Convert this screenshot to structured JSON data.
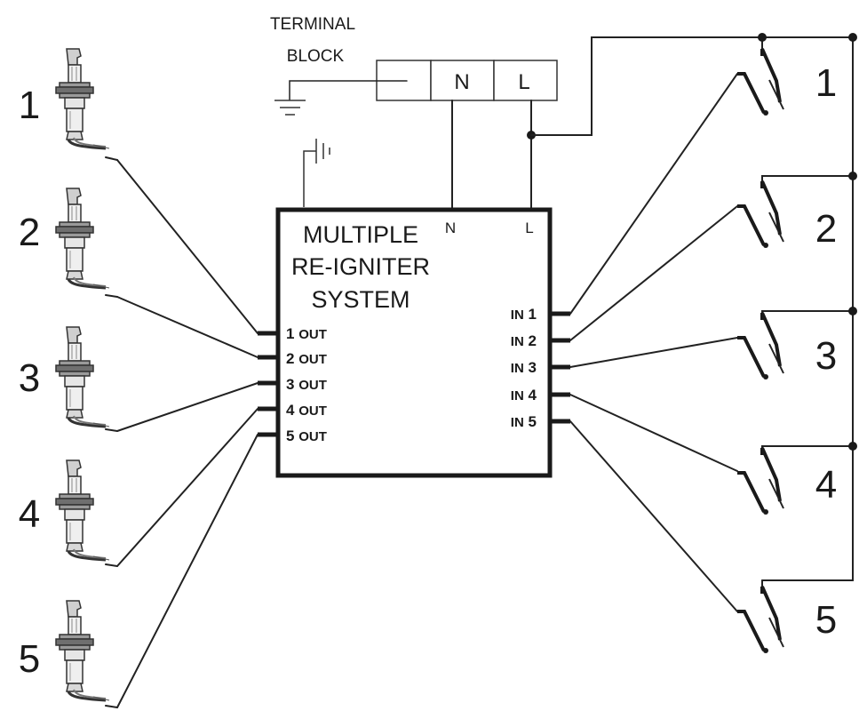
{
  "terminal_block": {
    "label_line1": "TERMINAL",
    "label_line2": "BLOCK",
    "neutral": "N",
    "live": "L"
  },
  "controller": {
    "title_line1": "MULTIPLE",
    "title_line2": "RE-IGNITER",
    "title_line3": "SYSTEM",
    "neutral_label": "N",
    "live_label": "L",
    "outputs": [
      {
        "num": "1",
        "suffix": "OUT"
      },
      {
        "num": "2",
        "suffix": "OUT"
      },
      {
        "num": "3",
        "suffix": "OUT"
      },
      {
        "num": "4",
        "suffix": "OUT"
      },
      {
        "num": "5",
        "suffix": "OUT"
      }
    ],
    "inputs": [
      {
        "prefix": "IN",
        "num": "1"
      },
      {
        "prefix": "IN",
        "num": "2"
      },
      {
        "prefix": "IN",
        "num": "3"
      },
      {
        "prefix": "IN",
        "num": "4"
      },
      {
        "prefix": "IN",
        "num": "5"
      }
    ]
  },
  "igniters": [
    {
      "label": "1"
    },
    {
      "label": "2"
    },
    {
      "label": "3"
    },
    {
      "label": "4"
    },
    {
      "label": "5"
    }
  ],
  "switches": [
    {
      "label": "1"
    },
    {
      "label": "2"
    },
    {
      "label": "3"
    },
    {
      "label": "4"
    },
    {
      "label": "5"
    }
  ]
}
